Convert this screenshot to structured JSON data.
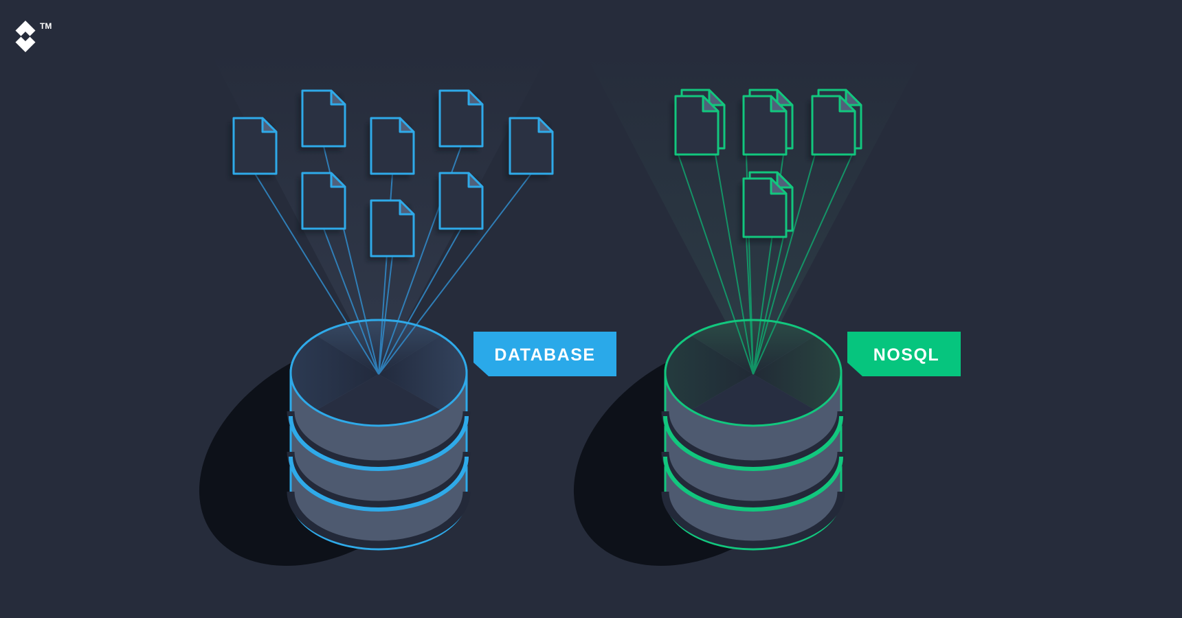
{
  "title": "Database vs NoSQL illustration",
  "logo": {
    "icon": "toptal-logo",
    "trademark": "TM"
  },
  "colors": {
    "background": "#262c3b",
    "doc_fill": "#2a3142",
    "cylinder_body": "#4e5a70",
    "blue_accent": "#2faae9",
    "green_accent": "#12c77e",
    "badge_blue": "#2aa9e9",
    "badge_green": "#06c57e",
    "line_blue": "#3187c4",
    "line_green": "#11a56e",
    "fold_fill": "#51607a",
    "shadow": "#0d1119",
    "label_text": "#ffffff"
  },
  "left_group": {
    "label": "DATABASE",
    "icon": "document-icon",
    "document_count": 8,
    "disk_count": 3,
    "accent": "#2faae9"
  },
  "right_group": {
    "label": "NOSQL",
    "icon": "document-stack-icon",
    "document_stack_count": 4,
    "disk_count": 3,
    "accent": "#12c77e"
  }
}
